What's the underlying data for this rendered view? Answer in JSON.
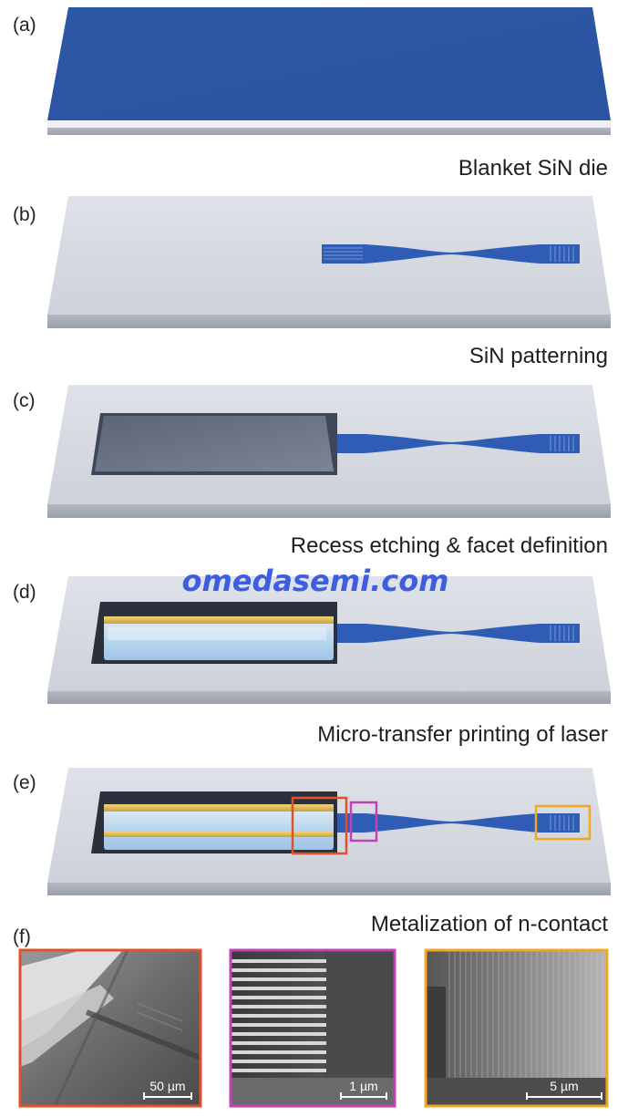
{
  "panels": [
    {
      "label": "(a)",
      "caption": "Blanket SiN die"
    },
    {
      "label": "(b)",
      "caption": "SiN patterning"
    },
    {
      "label": "(c)",
      "caption": "Recess etching & facet definition"
    },
    {
      "label": "(d)",
      "caption": "Micro-transfer printing of laser"
    },
    {
      "label": "(e)",
      "caption": "Metalization of n-contact"
    },
    {
      "label": "(f)"
    }
  ],
  "sem_images": [
    {
      "scale_bar": "50 µm",
      "frame_color": "#e0502a"
    },
    {
      "scale_bar": "1 µm",
      "frame_color": "#c640b4"
    },
    {
      "scale_bar": "5 µm",
      "frame_color": "#f0a820"
    }
  ],
  "highlight_colors": {
    "laser_facet": "#e0502a",
    "taper_start": "#c640b4",
    "grating": "#f0a820"
  },
  "colors": {
    "sin_blue": "#2e59a8",
    "substrate": "#d3d7df",
    "gold": "#d9b54a"
  },
  "watermark": "omedasemi.com"
}
